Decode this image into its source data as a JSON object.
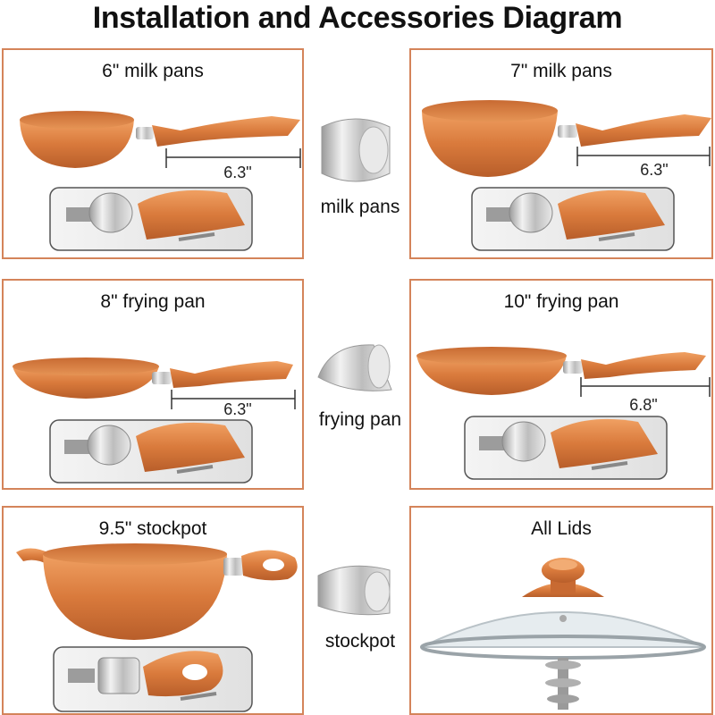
{
  "title": "Installation and Accessories Diagram",
  "panels": {
    "milk6": {
      "label": "6\" milk pans",
      "dimension": "6.3\""
    },
    "milk7": {
      "label": "7\" milk pans",
      "dimension": "6.3\""
    },
    "fry8": {
      "label": "8\" frying pan",
      "dimension": "6.3\""
    },
    "fry10": {
      "label": "10\" frying pan",
      "dimension": "6.8\""
    },
    "stock": {
      "label": "9.5\" stockpot"
    },
    "lids": {
      "label": "All Lids"
    }
  },
  "rings": {
    "milk": "milk pans",
    "fry": "frying pan",
    "stock": "stockpot"
  },
  "colors": {
    "copper": "#d4845a",
    "border": "#d4845a",
    "steel": "#c8c8c8"
  }
}
